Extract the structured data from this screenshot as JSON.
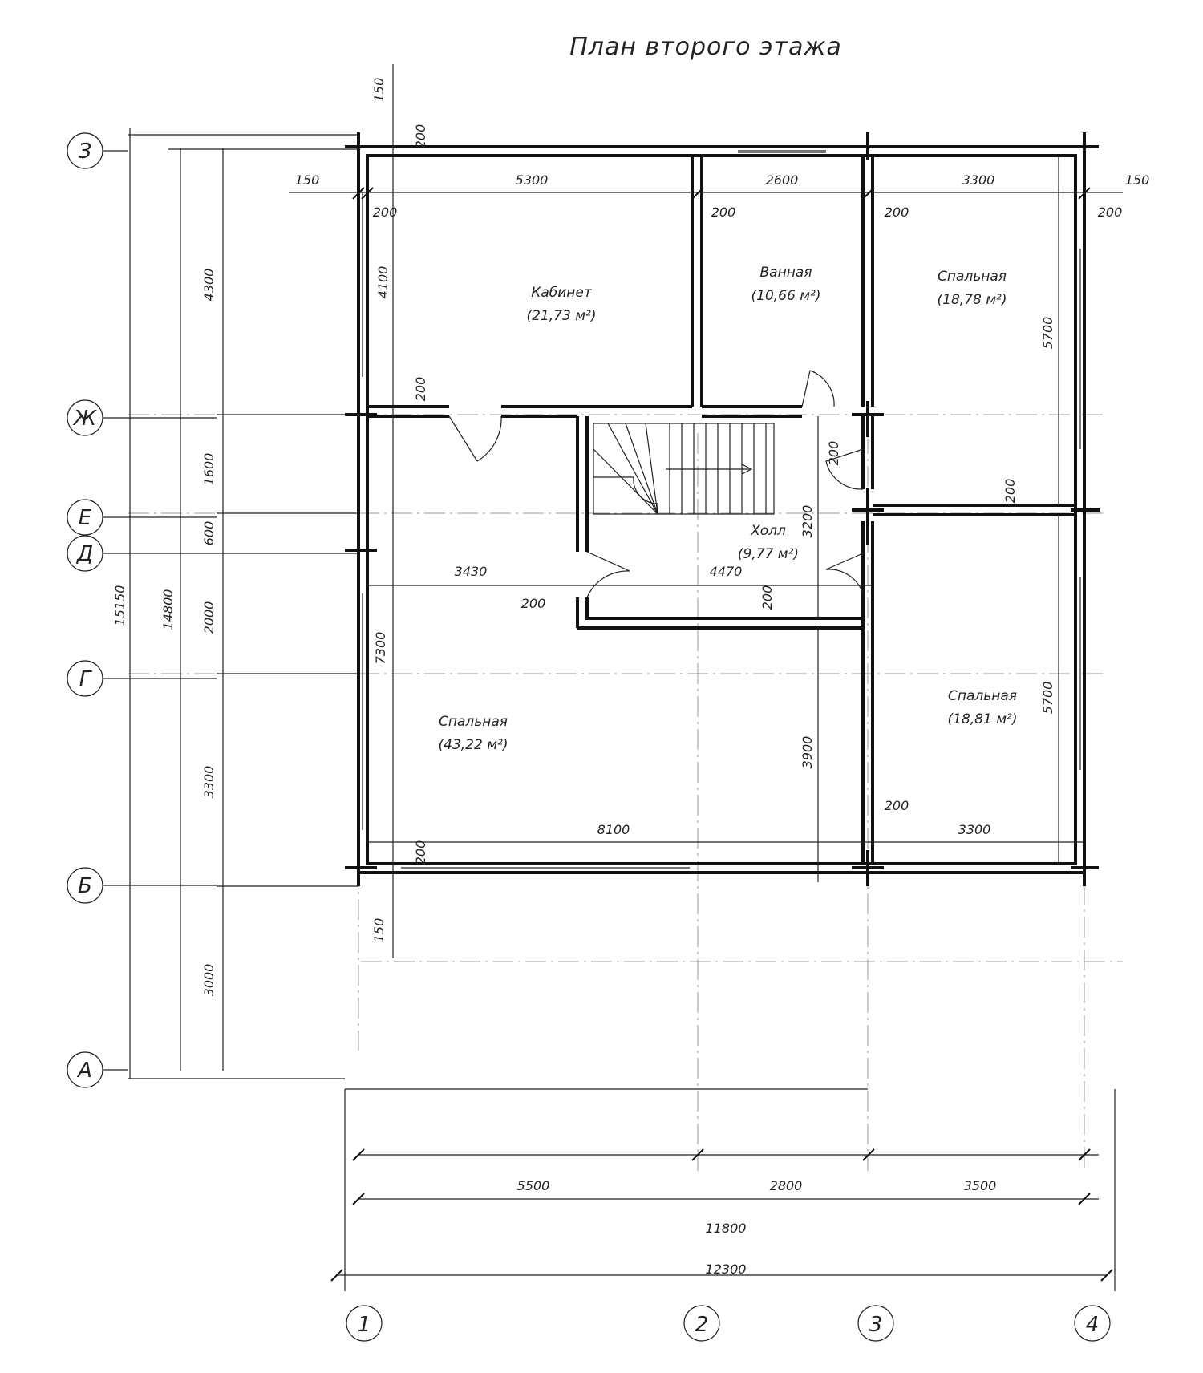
{
  "title": "План второго этажа",
  "rooms": [
    {
      "name": "Кабинет",
      "area": "(21,73 м²)"
    },
    {
      "name": "Ванная",
      "area": "(10,66 м²)"
    },
    {
      "name": "Спальная",
      "area": "(18,78 м²)"
    },
    {
      "name": "Холл",
      "area": "(9,77 м²)"
    },
    {
      "name": "Спальная",
      "area": "(43,22 м²)"
    },
    {
      "name": "Спальная",
      "area": "(18,81 м²)"
    }
  ],
  "axes_letters": [
    "З",
    "Ж",
    "Е",
    "Д",
    "Г",
    "Б",
    "А"
  ],
  "axes_numbers": [
    "1",
    "2",
    "3",
    "4"
  ],
  "dimensions": {
    "top_150_v": "150",
    "top_200_a": "200",
    "left_150": "150",
    "row_5300": "5300",
    "row_2600": "2600",
    "row_3300": "3300",
    "right_150": "150",
    "c200_1": "200",
    "c200_2": "200",
    "c200_3": "200",
    "c200_4": "200",
    "v4100": "4100",
    "v5700a": "5700",
    "j200": "200",
    "hall200": "200",
    "e200": "200",
    "v3200": "3200",
    "h3430": "3430",
    "h4470": "4470",
    "s200a": "200",
    "s200b": "200",
    "v7300": "7300",
    "v3900": "3900",
    "v5700b": "5700",
    "b200_3": "200",
    "h8100": "8100",
    "h3300b": "3300",
    "b200": "200",
    "b150": "150",
    "l4300": "4300",
    "l1600": "1600",
    "l600": "600",
    "l2000": "2000",
    "l3300": "3300",
    "l3000": "3000",
    "l14800": "14800",
    "l15150": "15150",
    "b5500": "5500",
    "b2800": "2800",
    "b3500": "3500",
    "b11800": "11800",
    "b12300": "12300"
  }
}
